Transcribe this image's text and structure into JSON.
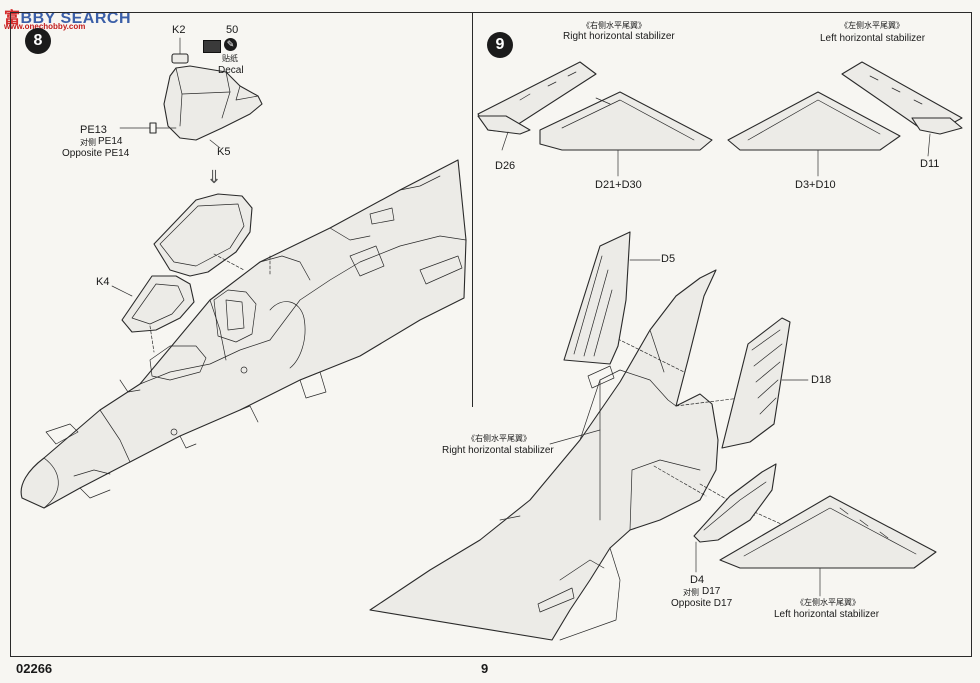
{
  "watermark": {
    "brand_a": "富",
    "brand_b": "BBY SEARCH",
    "url": "www.onechobby.com"
  },
  "step8": {
    "number": "8",
    "labels": {
      "k2": "K2",
      "decal_count": "50",
      "decal_cn": "贴纸",
      "decal_en": "Decal",
      "pe13": "PE13",
      "pe14_cn": "对侧",
      "pe14": "PE14",
      "opposite_pe14": "Opposite PE14",
      "k5": "K5",
      "k4": "K4"
    }
  },
  "step9": {
    "number": "9",
    "labels": {
      "right_stab_cn": "《右侧水平尾翼》",
      "right_stab_en": "Right horizontal stabilizer",
      "left_stab_cn": "《左侧水平尾翼》",
      "left_stab_en": "Left horizontal stabilizer",
      "d26": "D26",
      "d21_d30": "D21+D30",
      "d3_d10": "D3+D10",
      "d11": "D11",
      "d5": "D5",
      "d18": "D18",
      "right_stab2_cn": "《右侧水平尾翼》",
      "right_stab2_en": "Right horizontal stabilizer",
      "d4": "D4",
      "d17_cn": "对侧",
      "d17": "D17",
      "opposite_d17": "Opposite D17",
      "left_stab2_cn": "《左侧水平尾翼》",
      "left_stab2_en": "Left horizontal stabilizer"
    }
  },
  "footer": {
    "code": "02266",
    "page": "9"
  }
}
